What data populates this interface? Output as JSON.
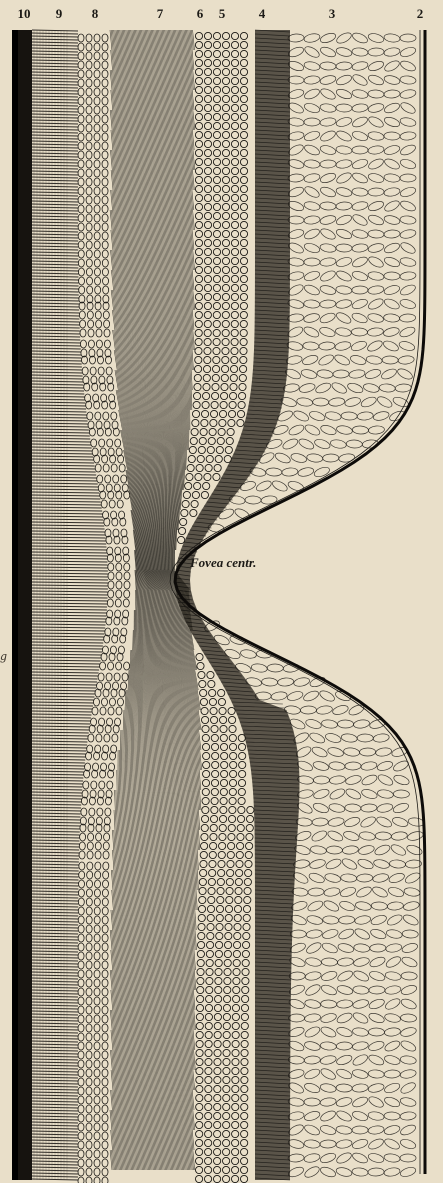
{
  "layer_labels": [
    "10",
    "9",
    "8",
    "7",
    "6",
    "5",
    "4",
    "3",
    "2"
  ],
  "fovea_label": "Fovea centr.",
  "side_letter": "g",
  "colors": {
    "paper": "#e9dfc9",
    "ink": "#1c1a16",
    "dark_ink": "#0d0b09",
    "mid_ink": "#4a4236"
  }
}
